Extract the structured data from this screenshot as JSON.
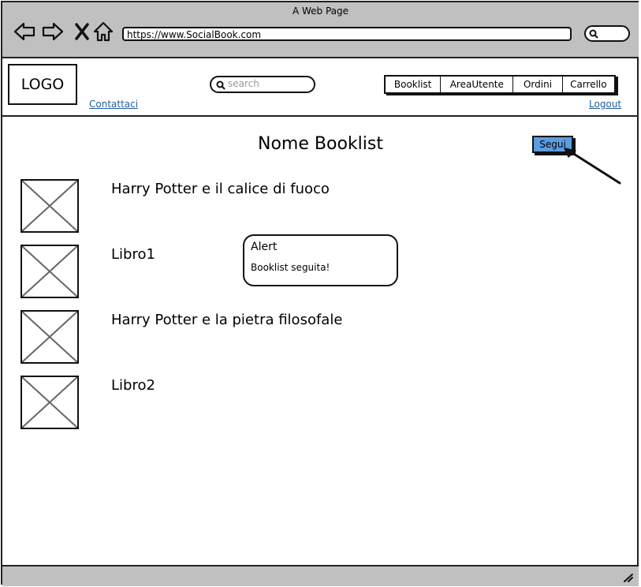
{
  "browser": {
    "window_title": "A Web Page",
    "url": "https://www.SocialBook.com"
  },
  "header": {
    "logo": "LOGO",
    "search_placeholder": "search",
    "contact_link": "Contattaci",
    "logout_link": "Logout",
    "tabs": [
      "Booklist",
      "AreaUtente",
      "Ordini",
      "Carrello"
    ]
  },
  "main": {
    "title": "Nome Booklist",
    "follow_button": "Segui",
    "books": [
      "Harry Potter e il calice di fuoco",
      "Libro1",
      "Harry Potter e la pietra filosofale",
      "Libro2"
    ],
    "alert": {
      "title": "Alert",
      "message": "Booklist seguita!"
    }
  },
  "colors": {
    "chrome": "#c0c0c0",
    "button": "#5b9de0",
    "link": "#1f5d9a"
  }
}
